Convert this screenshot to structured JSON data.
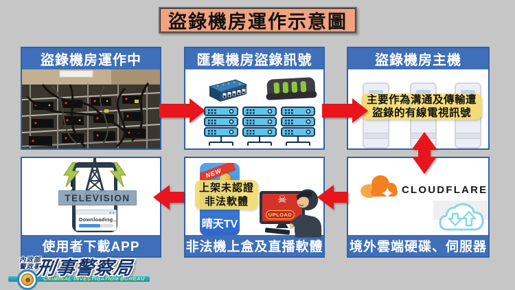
{
  "title": "盜錄機房運作示意圖",
  "panels": {
    "recording_room": {
      "label": "盜錄機房運作中"
    },
    "aggregation": {
      "label": "匯集機房盜錄訊號"
    },
    "host": {
      "label": "盜錄機房主機",
      "note": {
        "line1": "主要作為溝通及傳輸遭",
        "line2": "盜錄的有線電視訊號"
      }
    },
    "user_download": {
      "label": "使用者下載APP",
      "tv_banner": "TELEVISION",
      "download_text": "Downloading...",
      "download_progress_percent": 62
    },
    "illegal_software": {
      "label": "非法機上盒及直播軟體",
      "app_badge": "NEW",
      "app_name": "晴天TV",
      "note": {
        "line1": "上架未認證",
        "line2": "非法軟體"
      },
      "upload_button": "UPLOAD"
    },
    "cloud": {
      "label": "境外雲端硬碟、伺服器",
      "brand": "CLOUDFLARE"
    }
  },
  "footer": {
    "ministry_line1": "內政部",
    "ministry_line2": "警政署",
    "bureau": "刑事警察局",
    "bureau_en": "CRIMINAL INVESTIGATION BUREAU"
  },
  "icons": {
    "skull": "☠"
  },
  "colors": {
    "background": "#C6C6C6",
    "panel_blue": "#3E6FB8",
    "arrow_red": "#E8121C",
    "title_bg": "#F2A27E",
    "note_yellow": "#F3DA6E",
    "cloudflare_orange": "#F48120",
    "app_icon_blue": "#3E7FD6"
  }
}
